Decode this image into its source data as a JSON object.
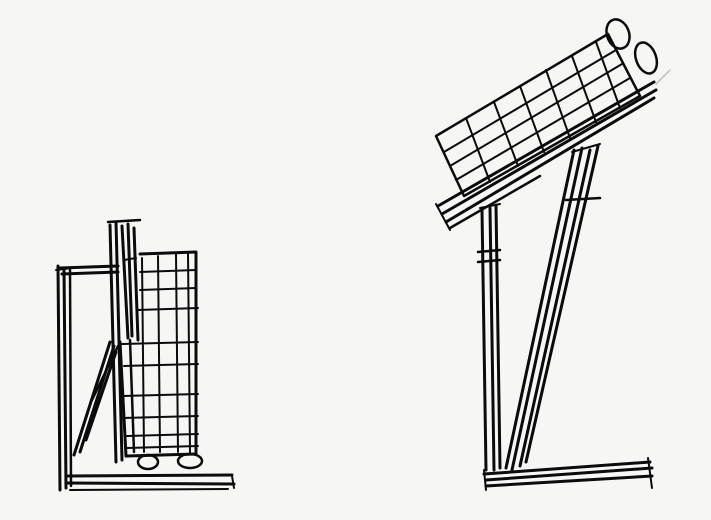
{
  "canvas": {
    "background": "#f6f6f5",
    "ink_color": "#0b0b0b"
  },
  "sketches": [
    {
      "name": "folded-solar-panel-sketch",
      "state": "folded"
    },
    {
      "name": "tilted-solar-panel-sketch",
      "state": "deployed"
    }
  ]
}
